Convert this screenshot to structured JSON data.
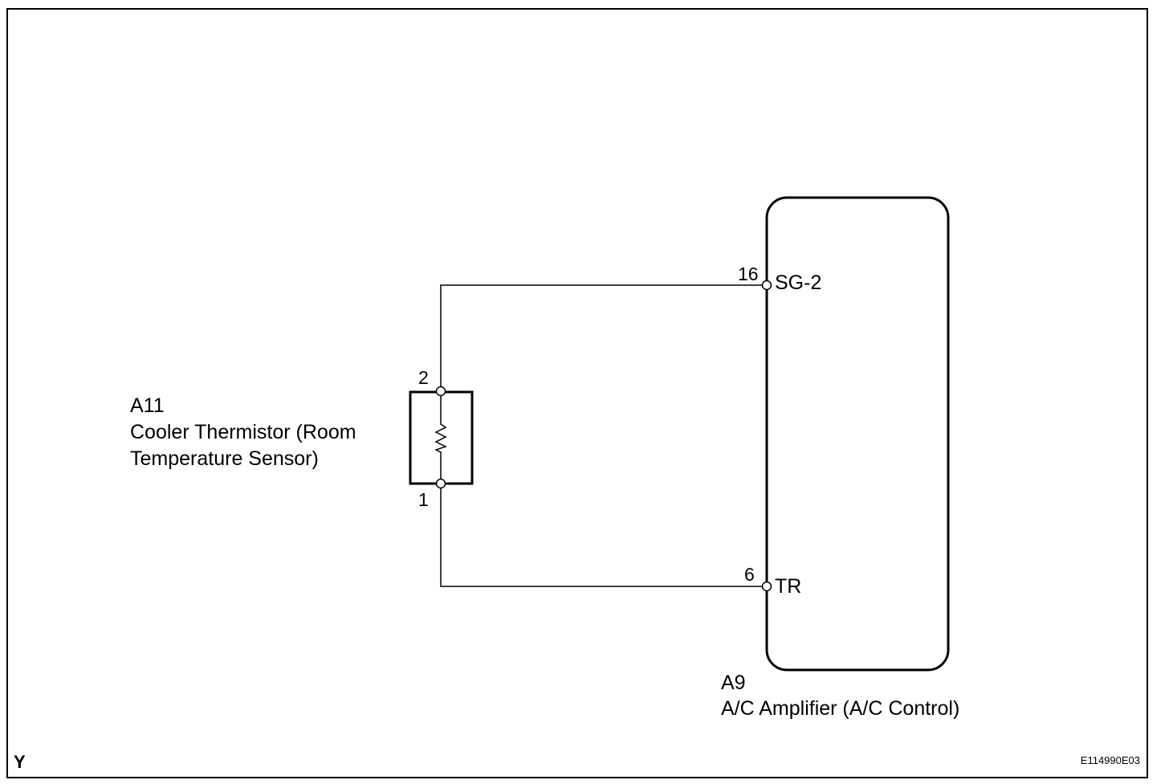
{
  "sensor": {
    "code": "A11",
    "name_line1": "Cooler Thermistor (Room",
    "name_line2": "Temperature Sensor)",
    "pin_top": "2",
    "pin_bottom": "1"
  },
  "amplifier": {
    "code": "A9",
    "name": "A/C Amplifier (A/C Control)",
    "pin_sg2_number": "16",
    "pin_sg2_label": "SG-2",
    "pin_tr_number": "6",
    "pin_tr_label": "TR"
  },
  "footer": {
    "left_mark": "Y",
    "figure_id": "E114990E03"
  },
  "colors": {
    "line": "#000000",
    "background": "#ffffff"
  }
}
